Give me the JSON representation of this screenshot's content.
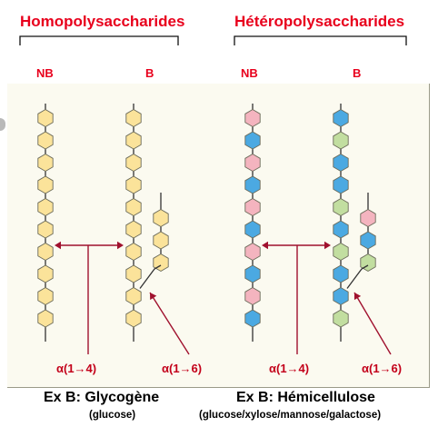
{
  "headers": {
    "left": "Homopolysaccharides",
    "right": "Hétéropolysaccharides"
  },
  "chain_labels": {
    "nb_left": "NB",
    "b_left": "B",
    "nb_right": "NB",
    "b_right": "B"
  },
  "bond_labels": {
    "left_14": "α(1→4)",
    "left_16": "α(1→6)",
    "right_14": "α(1→4)",
    "right_16": "α(1→6)"
  },
  "examples": {
    "left_title": "Ex B: Glycogène",
    "left_sub": "(glucose)",
    "right_title": "Ex B: Hémicellulose",
    "right_sub": "(glucose/xylose/mannose/galactose)"
  },
  "colors": {
    "yellow": "#fbe39a",
    "pink": "#f4b4bf",
    "blue": "#4ba9e2",
    "green": "#c2dea0",
    "arrow": "#a0112e",
    "header_red": "#e8001c"
  },
  "chains": [
    {
      "id": "homo-linear",
      "units": [
        "yellow",
        "yellow",
        "yellow",
        "yellow",
        "yellow",
        "yellow",
        "yellow",
        "yellow",
        "yellow",
        "yellow"
      ]
    },
    {
      "id": "homo-branched-main",
      "units": [
        "yellow",
        "yellow",
        "yellow",
        "yellow",
        "yellow",
        "yellow",
        "yellow",
        "yellow",
        "yellow",
        "yellow"
      ]
    },
    {
      "id": "homo-branch",
      "units": [
        "yellow",
        "yellow",
        "yellow"
      ]
    },
    {
      "id": "hetero-linear",
      "units": [
        "pink",
        "blue",
        "pink",
        "blue",
        "pink",
        "blue",
        "pink",
        "blue",
        "pink",
        "blue"
      ]
    },
    {
      "id": "hetero-branched-main",
      "units": [
        "blue",
        "green",
        "blue",
        "blue",
        "green",
        "blue",
        "green",
        "blue",
        "blue",
        "green"
      ]
    },
    {
      "id": "hetero-branch",
      "units": [
        "pink",
        "blue",
        "green"
      ]
    }
  ]
}
